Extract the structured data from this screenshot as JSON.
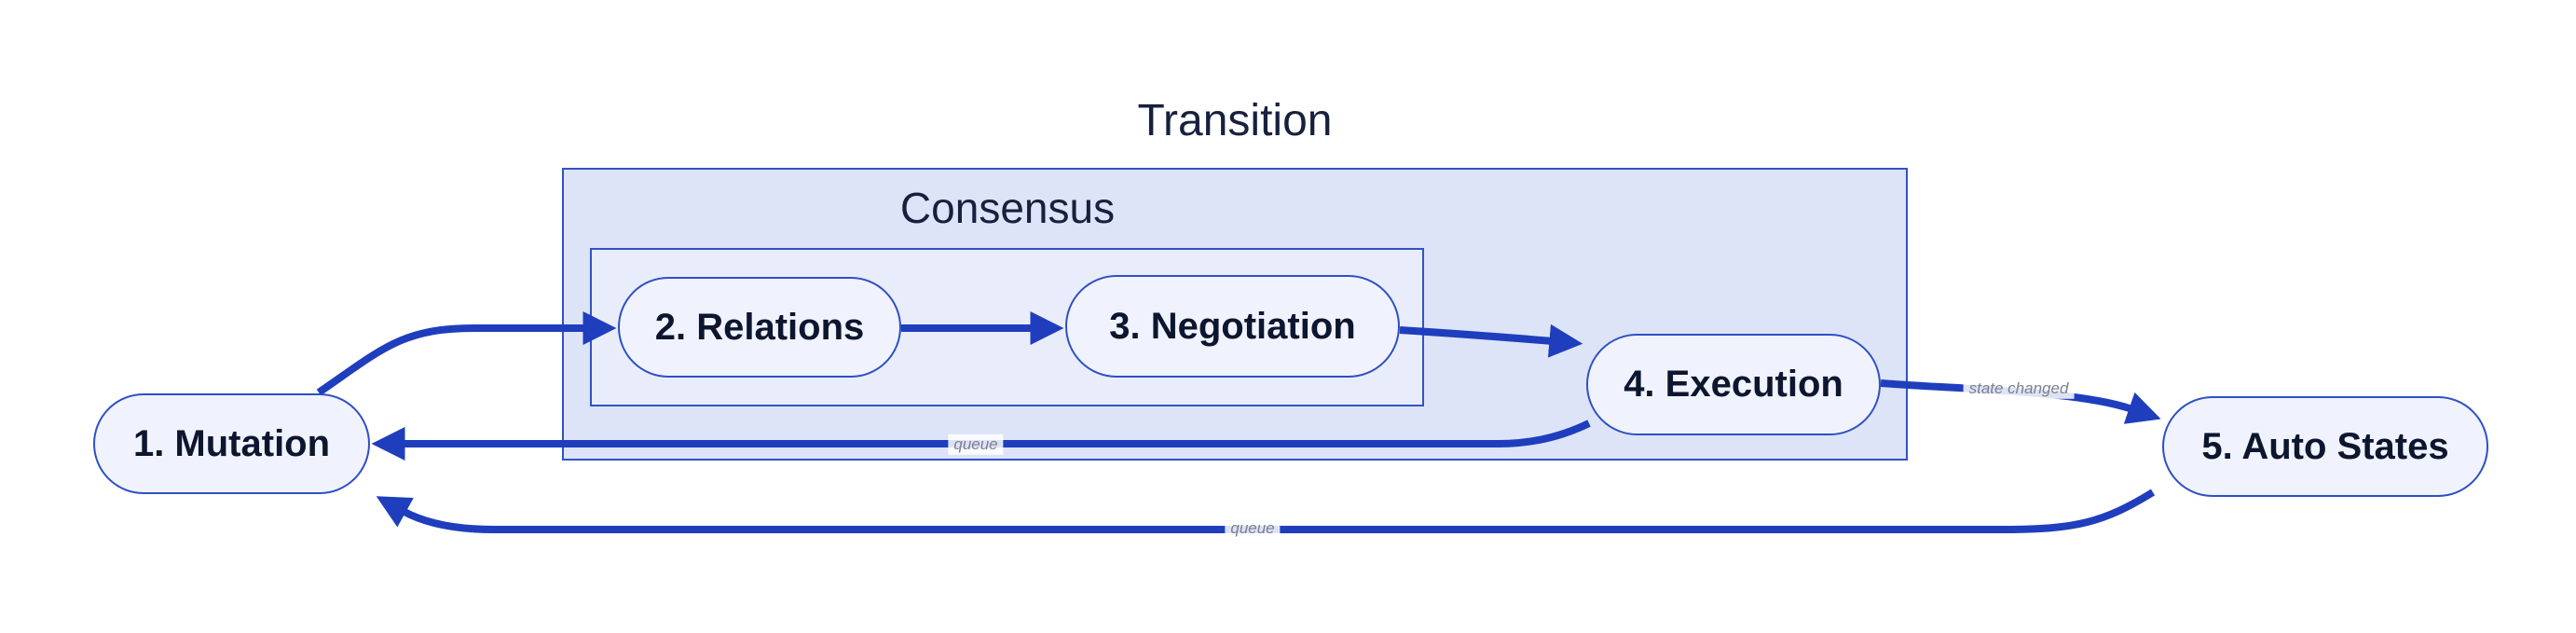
{
  "diagram": {
    "type": "flowchart",
    "direction": "left-to-right",
    "clusters": [
      {
        "id": "transition",
        "label": "Transition",
        "parent": null
      },
      {
        "id": "consensus",
        "label": "Consensus",
        "parent": "transition"
      }
    ],
    "nodes": [
      {
        "id": "mutation",
        "label": "1. Mutation",
        "cluster": null
      },
      {
        "id": "relations",
        "label": "2. Relations",
        "cluster": "consensus"
      },
      {
        "id": "negotiation",
        "label": "3. Negotiation",
        "cluster": "consensus"
      },
      {
        "id": "execution",
        "label": "4. Execution",
        "cluster": "transition"
      },
      {
        "id": "auto_states",
        "label": "5. Auto States",
        "cluster": null
      }
    ],
    "edges": [
      {
        "from": "mutation",
        "to": "relations",
        "label": ""
      },
      {
        "from": "relations",
        "to": "negotiation",
        "label": ""
      },
      {
        "from": "negotiation",
        "to": "execution",
        "label": ""
      },
      {
        "from": "execution",
        "to": "auto_states",
        "label": "state changed"
      },
      {
        "from": "execution",
        "to": "mutation",
        "label": "queue"
      },
      {
        "from": "auto_states",
        "to": "mutation",
        "label": "queue"
      }
    ],
    "colors": {
      "edge": "#1f3ebd",
      "node_border": "#2e4fc6",
      "node_fill": "#f0f3fd",
      "cluster_border": "#3152c8",
      "transition_fill": "#dde4f8",
      "consensus_fill": "#e9edfb",
      "node_text": "#0d162f",
      "cluster_title_text": "#17213d",
      "edge_label_text": "#7b8191",
      "background": "#ffffff"
    }
  }
}
